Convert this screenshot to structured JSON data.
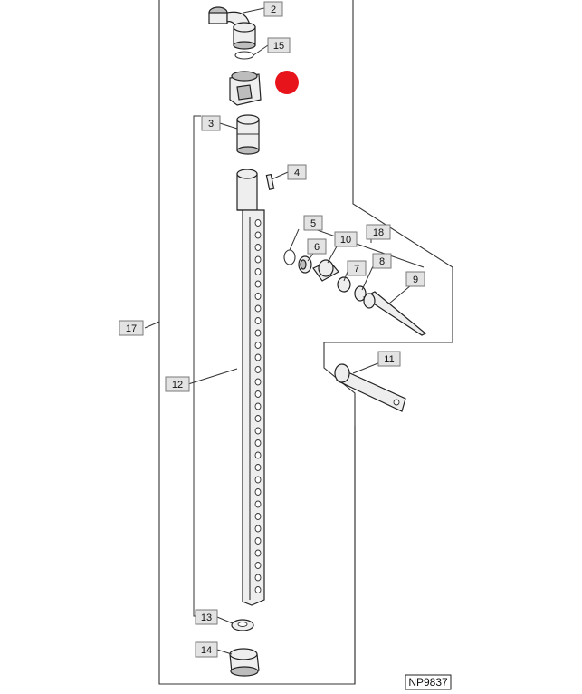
{
  "diagram": {
    "reference_code": "NP9837",
    "callouts": [
      {
        "id": "c2",
        "label": "2"
      },
      {
        "id": "c15",
        "label": "15"
      },
      {
        "id": "c3",
        "label": "3"
      },
      {
        "id": "c4",
        "label": "4"
      },
      {
        "id": "c5",
        "label": "5"
      },
      {
        "id": "c18",
        "label": "18"
      },
      {
        "id": "c6",
        "label": "6"
      },
      {
        "id": "c10",
        "label": "10"
      },
      {
        "id": "c7",
        "label": "7"
      },
      {
        "id": "c8",
        "label": "8"
      },
      {
        "id": "c9",
        "label": "9"
      },
      {
        "id": "c11",
        "label": "11"
      },
      {
        "id": "c17",
        "label": "17"
      },
      {
        "id": "c12",
        "label": "12"
      },
      {
        "id": "c13",
        "label": "13"
      },
      {
        "id": "c14",
        "label": "14"
      }
    ],
    "highlight_marker_color": "#e8141b"
  }
}
